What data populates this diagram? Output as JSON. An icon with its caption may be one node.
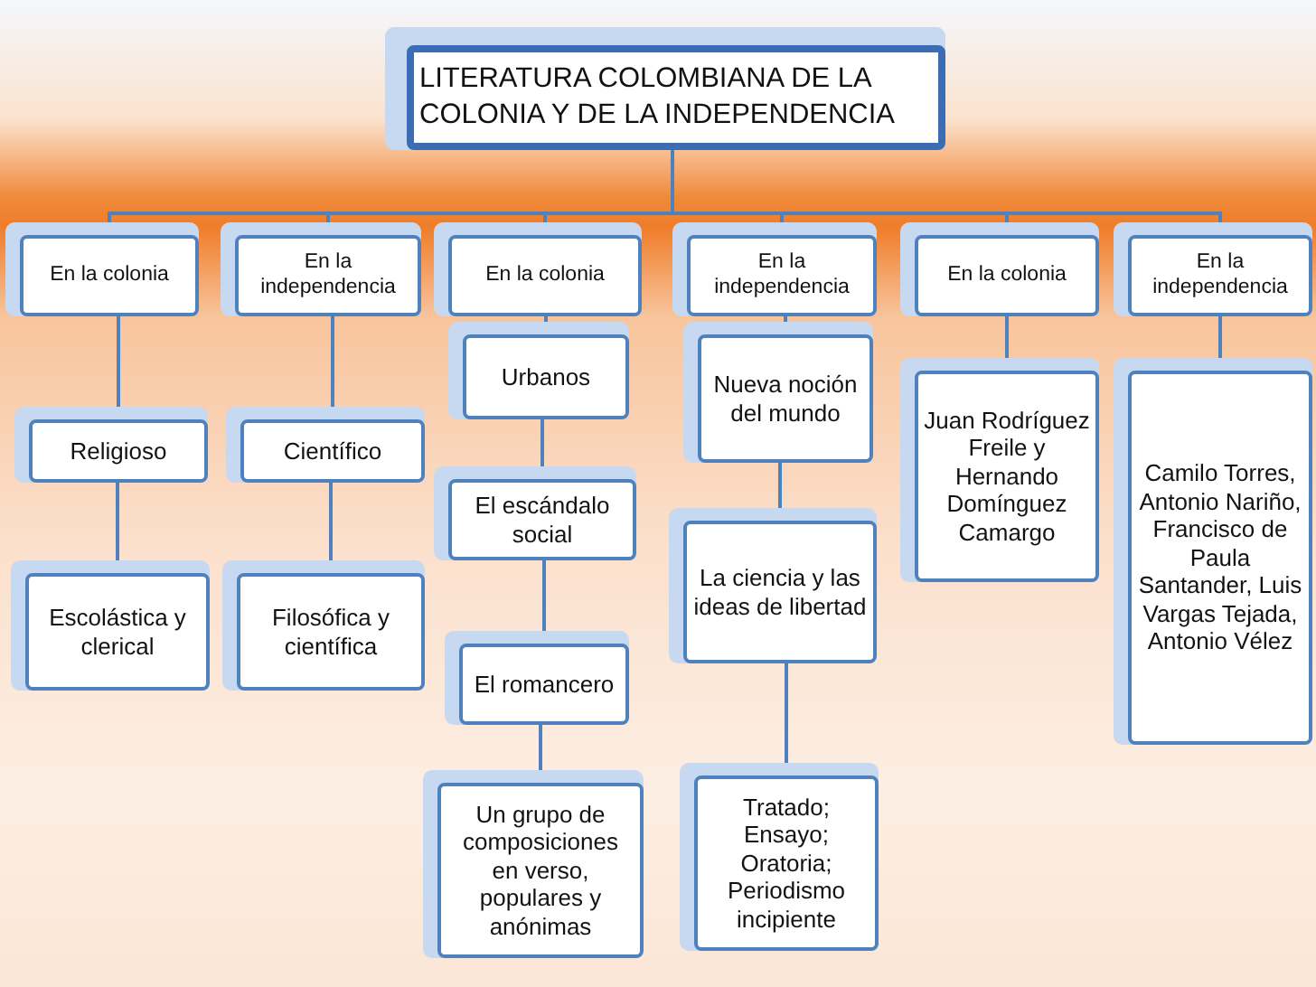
{
  "diagram": {
    "nodes": [
      {
        "text": [
          "LITERATURA COLOMBIANA DE LA COLONIA Y DE LA INDEPENDENCIA"
        ]
      },
      {
        "text": [
          "En la colonia"
        ]
      },
      {
        "text": [
          "Religioso"
        ]
      },
      {
        "text": [
          "Escolástica y clerical"
        ]
      },
      {
        "text": [
          "En la independencia"
        ]
      },
      {
        "text": [
          "Científico"
        ]
      },
      {
        "text": [
          "Filosófica y científica"
        ]
      },
      {
        "text": [
          "En la colonia"
        ]
      },
      {
        "text": [
          "Urbanos"
        ]
      },
      {
        "text": [
          "El escándalo social"
        ]
      },
      {
        "text": [
          "El romancero"
        ]
      },
      {
        "text": [
          "Un grupo de composiciones en verso, populares y anónimas"
        ]
      },
      {
        "text": [
          "En la independencia"
        ]
      },
      {
        "text": [
          "Nueva noción del mundo"
        ]
      },
      {
        "text": [
          "La ciencia y las ideas de libertad"
        ]
      },
      {
        "text": [
          "Tratado; Ensayo; Oratoria; Periodismo incipiente"
        ]
      },
      {
        "text": [
          "En la colonia"
        ]
      },
      {
        "text": [
          "Juan Rodríguez Freile y Hernando Domínguez Camargo"
        ]
      },
      {
        "text": [
          "En la independencia"
        ]
      },
      {
        "text": [
          "Camilo Torres, Antonio Nariño, Francisco de Paula Santander, Luis Vargas Tejada, Antonio Vélez"
        ]
      }
    ],
    "edges": [
      {
        "from": 0,
        "to": 1,
        "arrow": "none"
      },
      {
        "from": 0,
        "to": 4,
        "arrow": "none"
      },
      {
        "from": 0,
        "to": 7,
        "arrow": "none"
      },
      {
        "from": 0,
        "to": 12,
        "arrow": "none"
      },
      {
        "from": 0,
        "to": 16,
        "arrow": "none"
      },
      {
        "from": 0,
        "to": 18,
        "arrow": "none"
      },
      {
        "from": 1,
        "to": 2,
        "arrow": "none"
      },
      {
        "from": 2,
        "to": 3,
        "arrow": "none"
      },
      {
        "from": 4,
        "to": 5,
        "arrow": "none"
      },
      {
        "from": 5,
        "to": 6,
        "arrow": "none"
      },
      {
        "from": 7,
        "to": 8,
        "arrow": "none"
      },
      {
        "from": 8,
        "to": 9,
        "arrow": "none"
      },
      {
        "from": 9,
        "to": 10,
        "arrow": "none"
      },
      {
        "from": 10,
        "to": 11,
        "arrow": "none"
      },
      {
        "from": 12,
        "to": 13,
        "arrow": "none"
      },
      {
        "from": 13,
        "to": 14,
        "arrow": "none"
      },
      {
        "from": 14,
        "to": 15,
        "arrow": "none"
      },
      {
        "from": 16,
        "to": 17,
        "arrow": "none"
      },
      {
        "from": 18,
        "to": 19,
        "arrow": "none"
      }
    ]
  }
}
